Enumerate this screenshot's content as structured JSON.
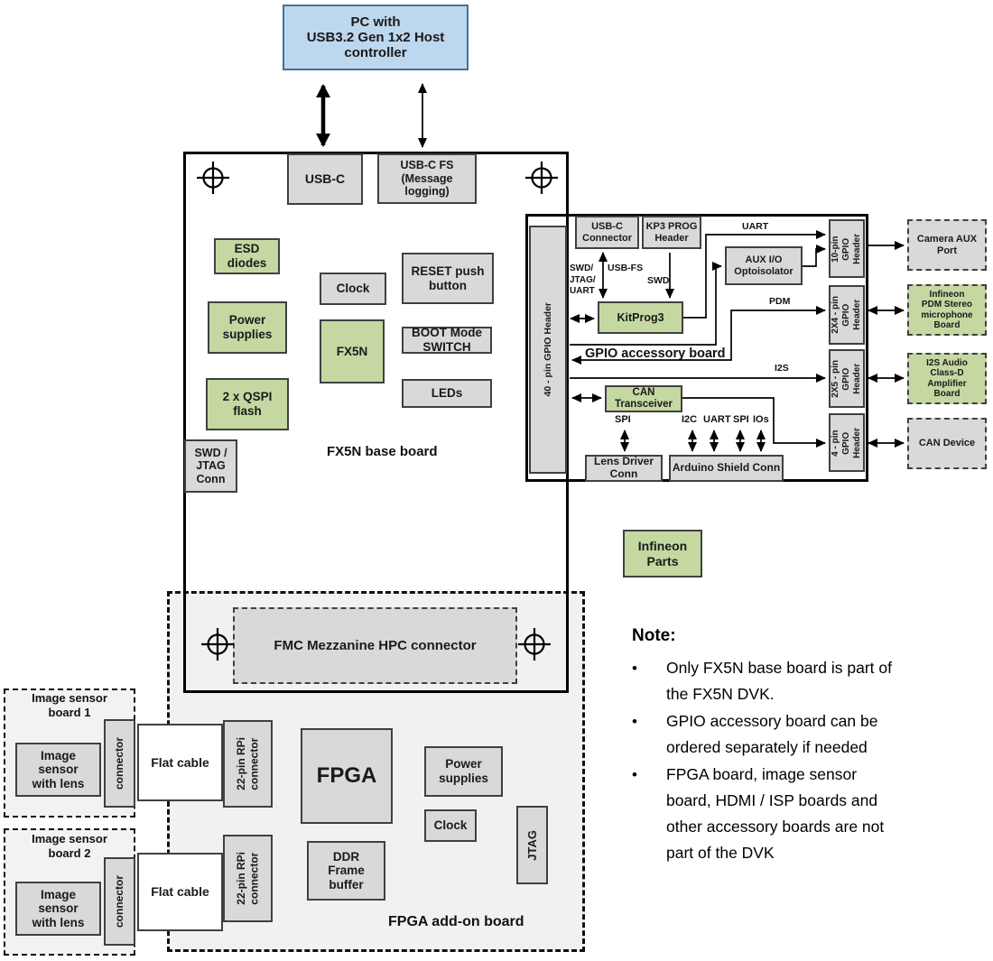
{
  "colors": {
    "green": "#c5d8a2",
    "gray": "#d9d9d9",
    "blue": "#bdd7ee",
    "board_fill": "#f1f1f1"
  },
  "boards": {
    "base": "FX5N base board",
    "gpio": "GPIO accessory board",
    "fpga": "FPGA add-on board",
    "sensor1": "Image sensor\nboard 1",
    "sensor2": "Image sensor\nboard 2"
  },
  "nodes": {
    "pc": "PC with\nUSB3.2 Gen 1x2 Host\ncontroller",
    "usb_c": "USB-C",
    "usb_c_fs": "USB-C FS\n(Message\nlogging)",
    "esd": "ESD\ndiodes",
    "clock": "Clock",
    "reset": "RESET push\nbutton",
    "power": "Power\nsupplies",
    "fx5n": "FX5N",
    "boot": "BOOT Mode\nSWITCH",
    "qspi": "2 x QSPI\nflash",
    "leds": "LEDs",
    "swd_jtag_conn": "SWD /\nJTAG\nConn",
    "header40": "40 - pin GPIO Header",
    "usbc_connector": "USB-C\nConnector",
    "kp3_prog": "KP3 PROG\nHeader",
    "aux_io": "AUX I/O\nOptoisolator",
    "kitprog3": "KitProg3",
    "can_transceiver": "CAN\nTransceiver",
    "lens_driver": "Lens Driver\nConn",
    "arduino_shield": "Arduino Shield Conn",
    "hdr_10pin": "10-pin\nGPIO\nHeader",
    "hdr_2x4": "2X4 - pin\nGPIO\nHeader",
    "hdr_2x5": "2X5 - pin\nGPIO\nHeader",
    "hdr_4pin": "4 - pin\nGPIO\nHeader",
    "camera_aux": "Camera AUX\nPort",
    "pdm_mic": "Infineon\nPDM Stereo\nmicrophone\nBoard",
    "i2s_amp": "I2S Audio\nClass-D\nAmplifier\nBoard",
    "can_device": "CAN Device",
    "infineon_parts": "Infineon\nParts",
    "fmc": "FMC Mezzanine HPC connector",
    "image_sensor_1": "Image\nsensor\nwith lens",
    "image_sensor_2": "Image\nsensor\nwith lens",
    "connector_1": "connector",
    "connector_2": "connector",
    "flat_cable_1": "Flat cable",
    "flat_cable_2": "Flat cable",
    "rpi_conn_1": "22-pin RPi\nconnector",
    "rpi_conn_2": "22-pin RPi\nconnector",
    "fpga_chip": "FPGA",
    "power_fpga": "Power\nsupplies",
    "clock_fpga": "Clock",
    "ddr": "DDR\nFrame\nbuffer",
    "jtag": "JTAG"
  },
  "signals": {
    "swd_jtag_uart": "SWD/\nJTAG/\nUART",
    "usb_fs": "USB-FS",
    "swd": "SWD",
    "uart": "UART",
    "pdm": "PDM",
    "i2s": "I2S",
    "spi_lens": "SPI",
    "i2c": "I2C",
    "uart2": "UART",
    "spi2": "SPI",
    "ios": "IOs"
  },
  "note": {
    "title": "Note:",
    "bullet_char": "•",
    "bullets": [
      "Only FX5N base board is part of\nthe FX5N DVK.",
      "GPIO accessory board can be\nordered separately if needed",
      "FPGA board, image sensor\nboard, HDMI / ISP boards and\nother accessory boards are not\npart of the DVK"
    ]
  }
}
